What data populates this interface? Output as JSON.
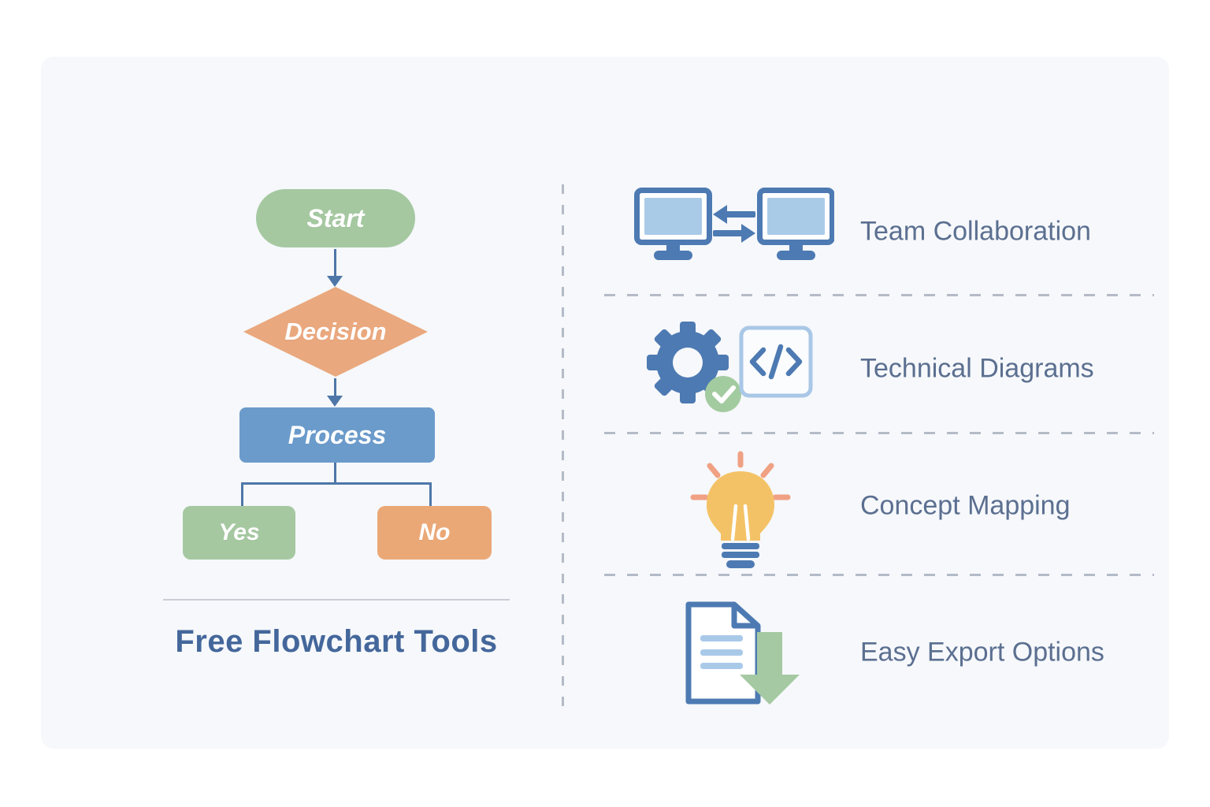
{
  "flowchart": {
    "title": "Free Flowchart Tools",
    "nodes": {
      "start": {
        "label": "Start",
        "shape": "rounded-pill",
        "color": "#a5c8a1"
      },
      "decision": {
        "label": "Decision",
        "shape": "diamond",
        "color": "#eaa87e"
      },
      "process": {
        "label": "Process",
        "shape": "rectangle",
        "color": "#6b9bcb"
      },
      "yes": {
        "label": "Yes",
        "shape": "rectangle",
        "color": "#a5c8a1"
      },
      "no": {
        "label": "No",
        "shape": "rectangle",
        "color": "#eba877"
      }
    },
    "connector_color": "#4e77a8"
  },
  "features": [
    {
      "label": "Team Collaboration",
      "icon": "dual-monitors-sync-icon"
    },
    {
      "label": "Technical Diagrams",
      "icon": "gear-code-icon"
    },
    {
      "label": "Concept Mapping",
      "icon": "lightbulb-icon"
    },
    {
      "label": "Easy Export Options",
      "icon": "document-download-icon"
    }
  ],
  "colors": {
    "page_bg": "#ffffff",
    "panel_bg": "#f6f8fb",
    "icon_blue": "#4d7ab2",
    "icon_light_blue": "#a9cbe8",
    "icon_green": "#a5c9a2",
    "icon_yellow": "#f4c266",
    "icon_salmon": "#f0a183",
    "title_text": "#44679b",
    "feature_text": "#5b6f90",
    "divider": "#c9ced6",
    "dashed_line": "#b4bbc7"
  }
}
